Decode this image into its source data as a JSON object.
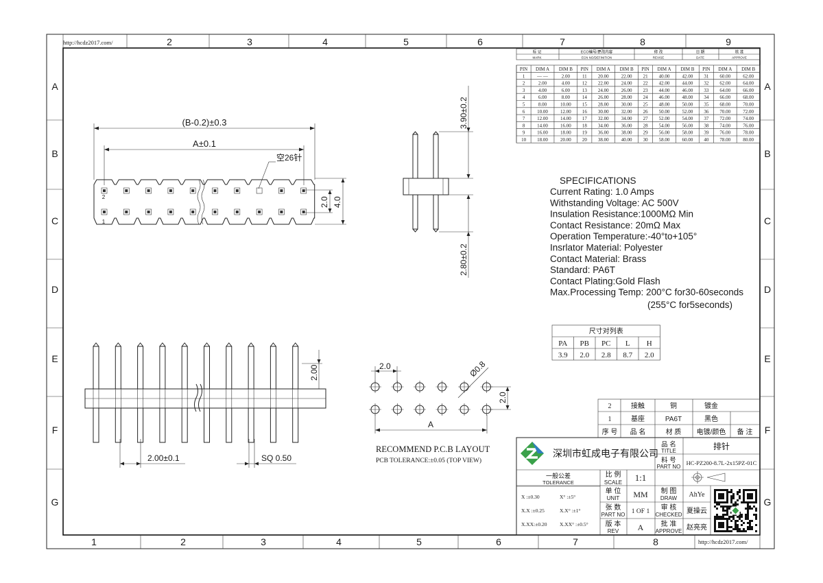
{
  "frame": {
    "url_top": "http://hcdz2017.com/",
    "url_bottom": "http://hcdz2017.com/",
    "top_cols": [
      "2",
      "3",
      "4",
      "5",
      "6",
      "7",
      "8",
      "9"
    ],
    "bottom_cols": [
      "1",
      "2",
      "3",
      "4",
      "5",
      "6",
      "7",
      "8"
    ],
    "rows": [
      "A",
      "B",
      "C",
      "D",
      "E",
      "F",
      "G"
    ]
  },
  "revision_header": {
    "c1": "标 记",
    "c1e": "MARK",
    "c2": "ECO编号/更改内容",
    "c2e": "ECN NO/DEFINITION",
    "c3": "修 改",
    "c3e": "REVISE",
    "c4": "日 期",
    "c4e": "DATE",
    "c5": "核 准",
    "c5e": "APPROVE"
  },
  "dim_table": {
    "headers": [
      "PIN",
      "DIM A",
      "DIM B",
      "PIN",
      "DIM A",
      "DIM B",
      "PIN",
      "DIM A",
      "DIM B",
      "PIN",
      "DIM A",
      "DIM B"
    ],
    "rows": [
      [
        "1",
        "— —",
        "2.00",
        "11",
        "20.00",
        "22.00",
        "21",
        "40.00",
        "42.00",
        "31",
        "60.00",
        "62.00"
      ],
      [
        "2",
        "2.00",
        "4.00",
        "12",
        "22.00",
        "24.00",
        "22",
        "42.00",
        "44.00",
        "32",
        "62.00",
        "64.00"
      ],
      [
        "3",
        "4.00",
        "6.00",
        "13",
        "24.00",
        "26.00",
        "23",
        "44.00",
        "46.00",
        "33",
        "64.00",
        "66.00"
      ],
      [
        "4",
        "6.00",
        "8.00",
        "14",
        "26.00",
        "28.00",
        "24",
        "46.00",
        "48.00",
        "34",
        "66.00",
        "68.00"
      ],
      [
        "5",
        "8.00",
        "10.00",
        "15",
        "28.00",
        "30.00",
        "25",
        "48.00",
        "50.00",
        "35",
        "68.00",
        "70.00"
      ],
      [
        "6",
        "10.00",
        "12.00",
        "16",
        "30.00",
        "32.00",
        "26",
        "50.00",
        "52.00",
        "36",
        "70.00",
        "72.00"
      ],
      [
        "7",
        "12.00",
        "14.00",
        "17",
        "32.00",
        "34.00",
        "27",
        "52.00",
        "54.00",
        "37",
        "72.00",
        "74.00"
      ],
      [
        "8",
        "14.00",
        "16.00",
        "18",
        "34.00",
        "36.00",
        "28",
        "54.00",
        "56.00",
        "38",
        "74.00",
        "76.00"
      ],
      [
        "9",
        "16.00",
        "18.00",
        "19",
        "36.00",
        "38.00",
        "29",
        "56.00",
        "58.00",
        "39",
        "76.00",
        "78.00"
      ],
      [
        "10",
        "18.00",
        "20.00",
        "20",
        "38.00",
        "40.00",
        "30",
        "58.00",
        "60.00",
        "40",
        "78.00",
        "80.00"
      ]
    ]
  },
  "specs": {
    "title": "SPECIFICATIONS",
    "lines": [
      "Current Rating: 1.0 Amps",
      "Withstanding Voltage: AC 500V",
      "Insulation Resistance:1000MΩ Min",
      "Contact Resistance: 20mΩ Max",
      "Operation Temperature:-40°to+105°",
      "Insrlator Material: Polyester",
      "Contact Material: Brass",
      "Standard: PA6T",
      "Contact Plating:Gold Flash",
      "Max.Processing Temp: 200°C for30-60seconds"
    ],
    "last_line": "(255°C for5seconds)"
  },
  "size_table": {
    "title": "尺寸对列表",
    "headers": [
      "PA",
      "PB",
      "PC",
      "L",
      "H"
    ],
    "values": [
      "3.9",
      "2.0",
      "2.8",
      "8.7",
      "2.0"
    ]
  },
  "top_view": {
    "dim_b": "(B-0.2)±0.3",
    "dim_a": "A±0.1",
    "note": "空26针",
    "dim_h1": "2.0",
    "dim_h2": "4.0",
    "pin2": "2",
    "pin1": "1"
  },
  "side_view": {
    "dim_top": "3.90±0.2",
    "dim_bottom": "2.80±0.2"
  },
  "front_view": {
    "dim_h": "2.00",
    "dim_pitch": "2.00±0.1",
    "dim_sq": "SQ 0.50"
  },
  "pcb": {
    "dim_pitch": "2.0",
    "dim_hole": "Ø0.8",
    "dim_row": "2.0",
    "dim_a": "A",
    "title": "RECOMMEND P.C.B LAYOUT",
    "subtitle": "PCB TOLERANCE:±0.05 (TOP VIEW)"
  },
  "title_block": {
    "parts": [
      {
        "no": "2",
        "name": "接触",
        "material": "铜",
        "finish": "镀金",
        "note": ""
      },
      {
        "no": "1",
        "name": "基座",
        "material": "PA6T",
        "finish": "黑色",
        "note": ""
      }
    ],
    "parts_header": {
      "no": "序 号",
      "name": "品 名",
      "material": "材 质",
      "finish": "电镀/颜色",
      "note": "备 注"
    },
    "company": "深圳市虹成电子有限公司",
    "title_label": "品 名",
    "title_label_en": "TITLE",
    "title_value": "排针",
    "partno_label": "料 号",
    "partno_label_en": "PART NO",
    "partno_value": "HC-PZ200-8.7L-2x15PZ-01C",
    "tolerance_label": "一般公差",
    "tolerance_label_en": "TOLERANCE",
    "tol_rows": [
      {
        "a": "X   :±0.30",
        "b": "X°    :±5°"
      },
      {
        "a": "X.X :±0.25",
        "b": "X.X°  :±1°"
      },
      {
        "a": "X.XX:±0.20",
        "b": "X.XX° :±0.5°"
      }
    ],
    "scale_label": "比 例",
    "scale_label_en": "SCALE",
    "scale_value": "1:1",
    "unit_label": "单 位",
    "unit_label_en": "UNIT",
    "unit_value": "MM",
    "sheet_label": "张 数",
    "sheet_label_en": "PART NO",
    "sheet_value": "1 OF 1",
    "rev_label": "版 本",
    "rev_label_en": "REV",
    "rev_value": "A",
    "draw_label": "制 图",
    "draw_label_en": "DRAW",
    "draw_value": "AhYe",
    "check_label": "审 核",
    "check_label_en": "CHECKED",
    "check_value": "夏操云",
    "approve_label": "批 准",
    "approve_label_en": "APPROVE",
    "approve_value": "赵亮亮"
  },
  "colors": {
    "logo_green": "#3aa14a",
    "logo_blue": "#2f7fc1",
    "line": "#222222"
  }
}
